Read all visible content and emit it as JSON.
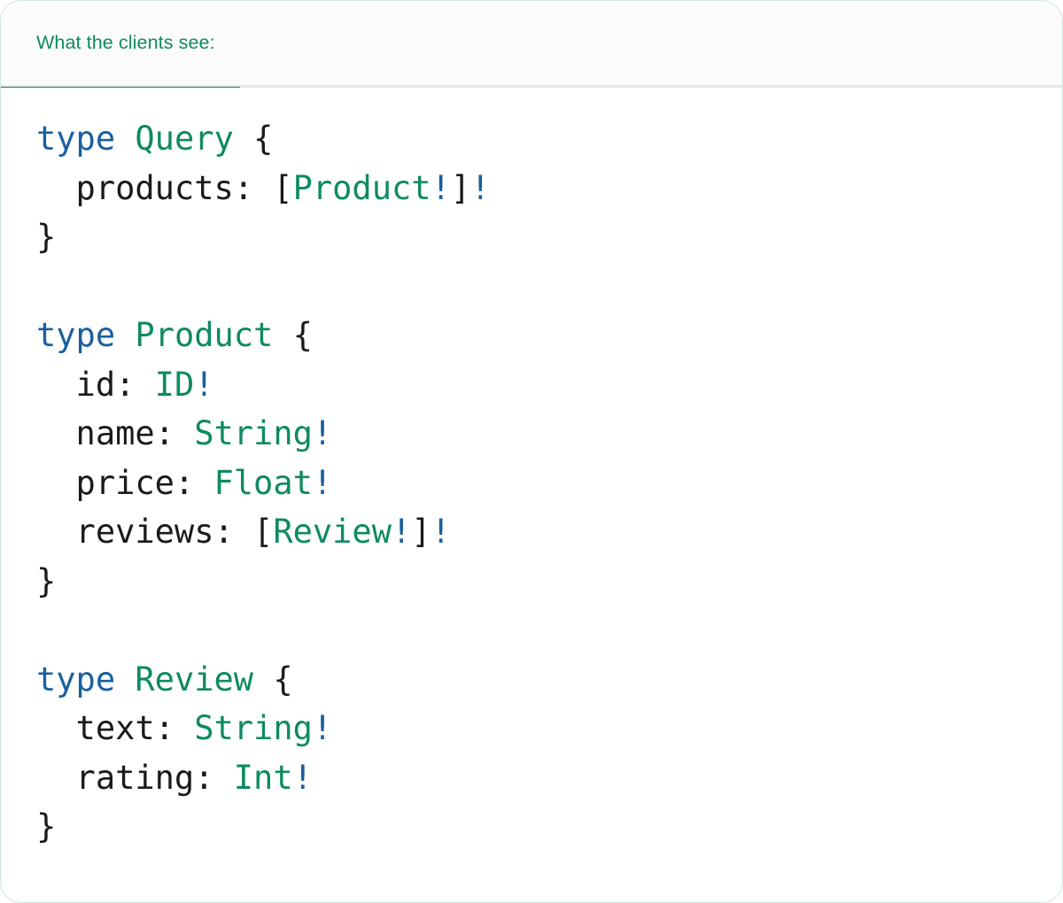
{
  "card": {
    "border_color": "#cfe6dc",
    "background": "#ffffff"
  },
  "header": {
    "background": "#fbfbfb",
    "underline_color": "#0f8a63",
    "divider_color": "#e6e6e6",
    "tabs": [
      {
        "label": "What the clients see:",
        "active": true
      }
    ]
  },
  "colors": {
    "keyword_blue": "#1a5f9e",
    "type_green": "#0f8a63",
    "punctuation": "#1a1a1a",
    "bang_blue": "#1a5f9e",
    "heading_green": "#0f8a63"
  },
  "code": {
    "language": "graphql",
    "raw": "type Query {\n  products: [Product!]!\n}\n\ntype Product {\n  id: ID!\n  name: String!\n  price: Float!\n  reviews: [Review!]!\n}\n\ntype Review {\n  text: String!\n  rating: Int!\n}",
    "lines": [
      {
        "n": 1,
        "tokens": [
          {
            "t": "type",
            "c": "kw"
          },
          {
            "t": " ",
            "c": "punc"
          },
          {
            "t": "Query",
            "c": "tname"
          },
          {
            "t": " {",
            "c": "punc"
          }
        ]
      },
      {
        "n": 2,
        "tokens": [
          {
            "t": "  products:",
            "c": "field"
          },
          {
            "t": " ",
            "c": "punc"
          },
          {
            "t": "[",
            "c": "punc"
          },
          {
            "t": "Product",
            "c": "tname"
          },
          {
            "t": "!",
            "c": "bang"
          },
          {
            "t": "]",
            "c": "punc"
          },
          {
            "t": "!",
            "c": "bang"
          }
        ]
      },
      {
        "n": 3,
        "tokens": [
          {
            "t": "}",
            "c": "punc"
          }
        ]
      },
      {
        "n": 4,
        "tokens": []
      },
      {
        "n": 5,
        "tokens": [
          {
            "t": "type",
            "c": "kw"
          },
          {
            "t": " ",
            "c": "punc"
          },
          {
            "t": "Product",
            "c": "tname"
          },
          {
            "t": " {",
            "c": "punc"
          }
        ]
      },
      {
        "n": 6,
        "tokens": [
          {
            "t": "  id:",
            "c": "field"
          },
          {
            "t": " ",
            "c": "punc"
          },
          {
            "t": "ID",
            "c": "tname"
          },
          {
            "t": "!",
            "c": "bang"
          }
        ]
      },
      {
        "n": 7,
        "tokens": [
          {
            "t": "  name:",
            "c": "field"
          },
          {
            "t": " ",
            "c": "punc"
          },
          {
            "t": "String",
            "c": "tname"
          },
          {
            "t": "!",
            "c": "bang"
          }
        ]
      },
      {
        "n": 8,
        "tokens": [
          {
            "t": "  price:",
            "c": "field"
          },
          {
            "t": " ",
            "c": "punc"
          },
          {
            "t": "Float",
            "c": "tname"
          },
          {
            "t": "!",
            "c": "bang"
          }
        ]
      },
      {
        "n": 9,
        "tokens": [
          {
            "t": "  reviews:",
            "c": "field"
          },
          {
            "t": " ",
            "c": "punc"
          },
          {
            "t": "[",
            "c": "punc"
          },
          {
            "t": "Review",
            "c": "tname"
          },
          {
            "t": "!",
            "c": "bang"
          },
          {
            "t": "]",
            "c": "punc"
          },
          {
            "t": "!",
            "c": "bang"
          }
        ]
      },
      {
        "n": 10,
        "tokens": [
          {
            "t": "}",
            "c": "punc"
          }
        ]
      },
      {
        "n": 11,
        "tokens": []
      },
      {
        "n": 12,
        "tokens": [
          {
            "t": "type",
            "c": "kw"
          },
          {
            "t": " ",
            "c": "punc"
          },
          {
            "t": "Review",
            "c": "tname"
          },
          {
            "t": " {",
            "c": "punc"
          }
        ]
      },
      {
        "n": 13,
        "tokens": [
          {
            "t": "  text:",
            "c": "field"
          },
          {
            "t": " ",
            "c": "punc"
          },
          {
            "t": "String",
            "c": "tname"
          },
          {
            "t": "!",
            "c": "bang"
          }
        ]
      },
      {
        "n": 14,
        "tokens": [
          {
            "t": "  rating:",
            "c": "field"
          },
          {
            "t": " ",
            "c": "punc"
          },
          {
            "t": "Int",
            "c": "tname"
          },
          {
            "t": "!",
            "c": "bang"
          }
        ]
      },
      {
        "n": 15,
        "tokens": [
          {
            "t": "}",
            "c": "punc"
          }
        ]
      }
    ]
  }
}
